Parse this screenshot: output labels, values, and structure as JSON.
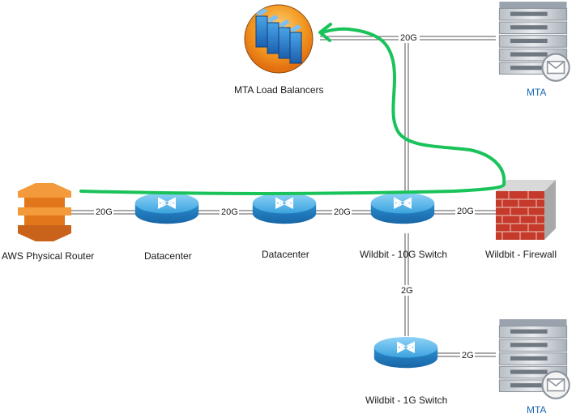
{
  "nodes": {
    "aws_router": "AWS Physical Router",
    "datacenter_1": "Datacenter",
    "datacenter_2": "Datacenter",
    "switch_10g": "Wildbit - 10G Switch",
    "firewall": "Wildbit - Firewall",
    "switch_1g": "Wildbit - 1G Switch",
    "load_balancers": "MTA Load Balancers",
    "mta_top": "MTA",
    "mta_bottom": "MTA"
  },
  "links": {
    "aws_to_dc1": "20G",
    "dc1_to_dc2": "20G",
    "dc2_to_switch10g": "20G",
    "switch10g_to_firewall": "20G",
    "lb_to_mta": "20G",
    "switch10g_to_switch1g": "2G",
    "switch1g_to_mta": "2G"
  },
  "colors": {
    "router_blue": "#3aa0dd",
    "aws_orange": "#e8781e",
    "firewall_red": "#c0392b",
    "path_green": "#19c35a",
    "mta_label": "#1b68b1"
  }
}
